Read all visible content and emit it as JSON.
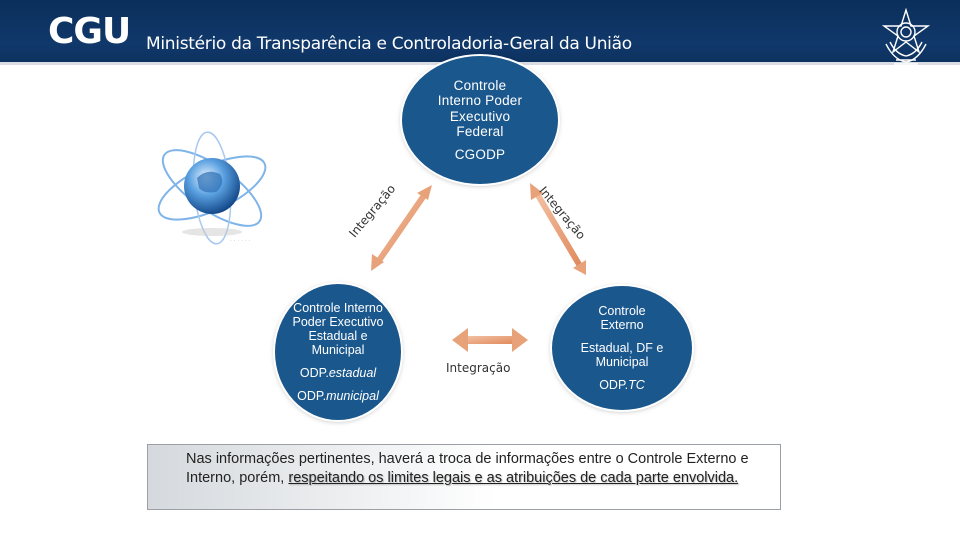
{
  "header": {
    "logo_text": "CGU",
    "subtitle": "Ministério da Transparência e Controladoria-Geral da União",
    "emblem_icon": "brazil-coat-of-arms-icon"
  },
  "nodes": {
    "top": {
      "lines": [
        "Controle",
        "Interno Poder",
        "Executivo",
        "Federal"
      ],
      "code": "CGODP"
    },
    "left": {
      "lines": [
        "Controle Interno",
        "Poder Executivo",
        "Estadual e",
        "Municipal"
      ],
      "code1_prefix": "ODP.",
      "code1_suffix": "estadual",
      "code2_prefix": "ODP.",
      "code2_suffix": "municipal"
    },
    "right": {
      "lines1": [
        "Controle",
        "Externo"
      ],
      "lines2": [
        "Estadual, DF e",
        "Municipal"
      ],
      "code_prefix": "ODP.",
      "code_suffix": "TC"
    }
  },
  "connections": {
    "left_label": "Integração",
    "right_label": "Integração",
    "bottom_label": "Integração"
  },
  "globe_icon": "globe-atom-icon",
  "note": {
    "text_plain": "Nas informações pertinentes, haverá a troca de informações entre o Controle Externo e Interno, porém, ",
    "text_underlined": "respeitando os limites legais e as atribuições de cada parte envolvida."
  },
  "colors": {
    "header_bg": "#0b2f5c",
    "node_fill": "#1a578d",
    "arrow_fill": "#e8a27a"
  }
}
